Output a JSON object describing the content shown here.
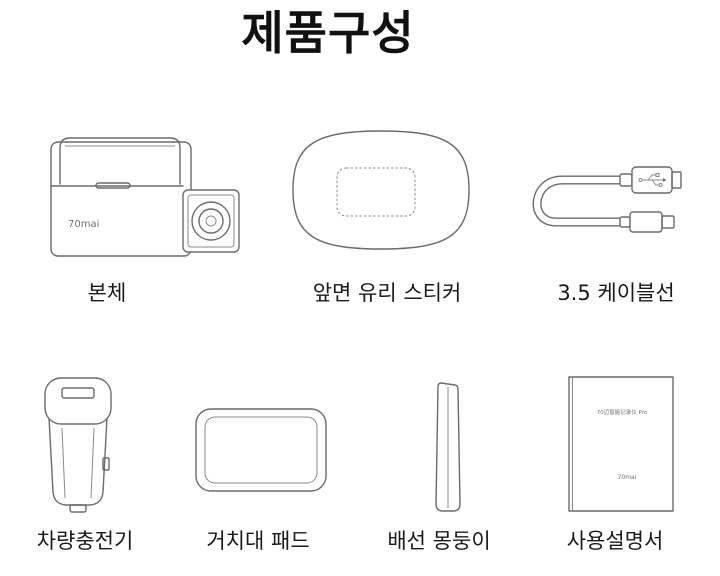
{
  "page": {
    "title": "제품구성"
  },
  "components": {
    "dashcam": {
      "label": "본체",
      "logo_text": "70mai",
      "icon": "dashcam-body-icon"
    },
    "windshield_sticker": {
      "label": "앞면 유리 스티커",
      "icon": "windshield-sticker-icon"
    },
    "cable": {
      "label": "3.5 케이블선",
      "icon": "usb-cable-icon"
    },
    "car_charger": {
      "label": "차량충전기",
      "icon": "car-charger-icon"
    },
    "mount_pad": {
      "label": "거치대 패드",
      "icon": "mount-pad-icon"
    },
    "pry_tool": {
      "label": "배선 몽둥이",
      "icon": "pry-tool-icon"
    },
    "manual": {
      "label": "사용설명서",
      "cover_title": "70迈智能记录仪 Pro",
      "logo_text": "70mai",
      "icon": "user-manual-icon"
    }
  },
  "colors": {
    "background": "#ffffff",
    "line": "#6b6b6b",
    "text": "#1a1a1a"
  }
}
